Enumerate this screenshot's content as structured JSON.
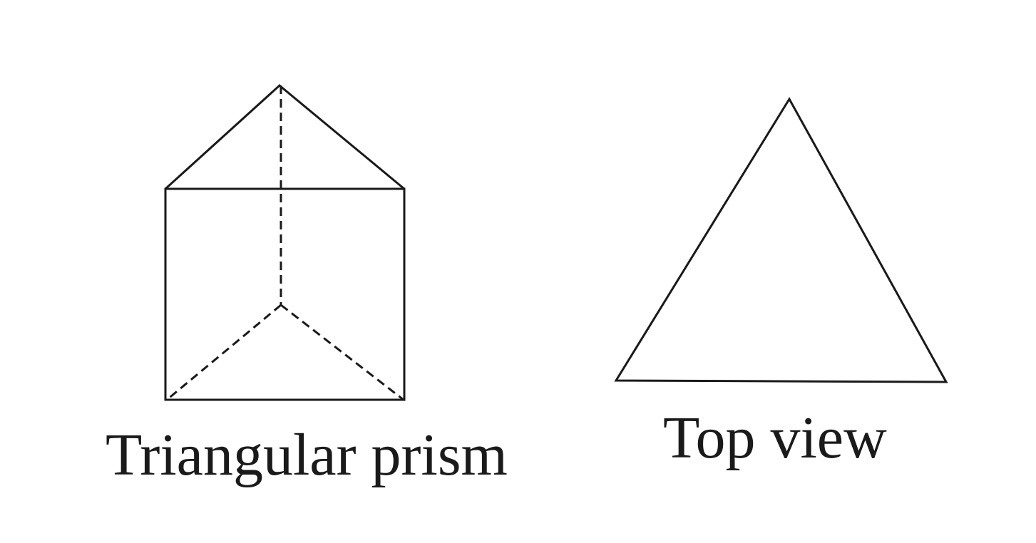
{
  "figures": [
    {
      "name": "triangular-prism",
      "label": "Triangular prism"
    },
    {
      "name": "top-view",
      "label": "Top view"
    }
  ],
  "colors": {
    "stroke": "#1a1a1a",
    "background": "#ffffff"
  }
}
